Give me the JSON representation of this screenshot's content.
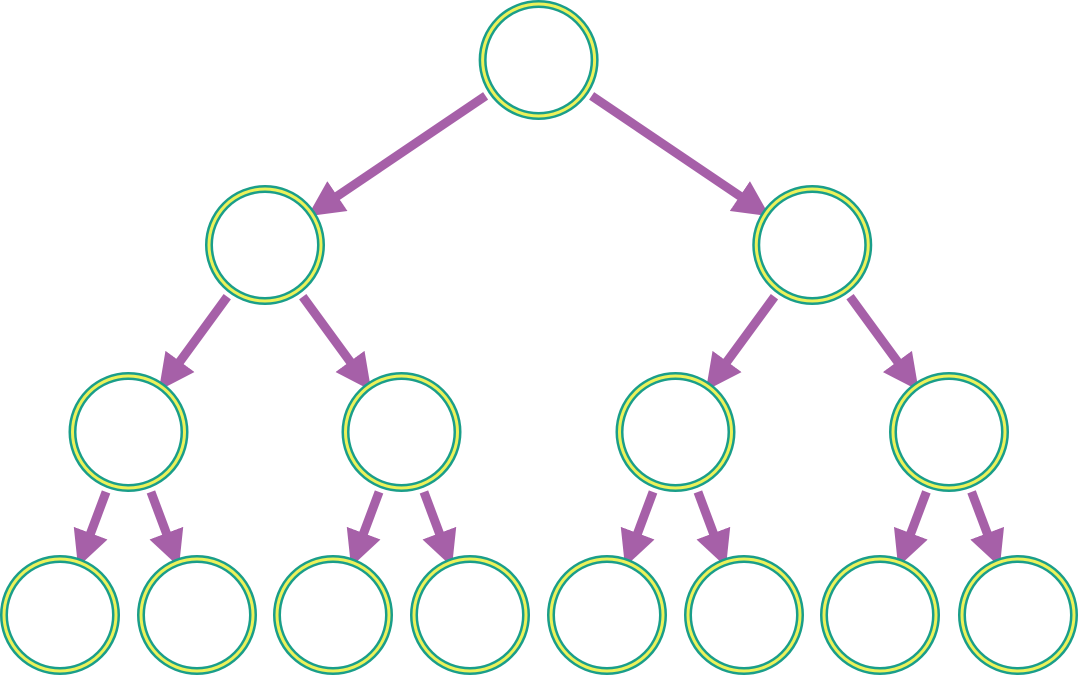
{
  "diagram": {
    "type": "binary-tree",
    "levels": 4,
    "node_count": 15,
    "edge_count": 14,
    "node_labels": [],
    "colors": {
      "node_ring_outer": "#1a9e8a",
      "node_ring_inner": "#ecf25a",
      "node_fill": "#ffffff",
      "arrow": "#a660a8",
      "background": "#ffffff"
    }
  }
}
